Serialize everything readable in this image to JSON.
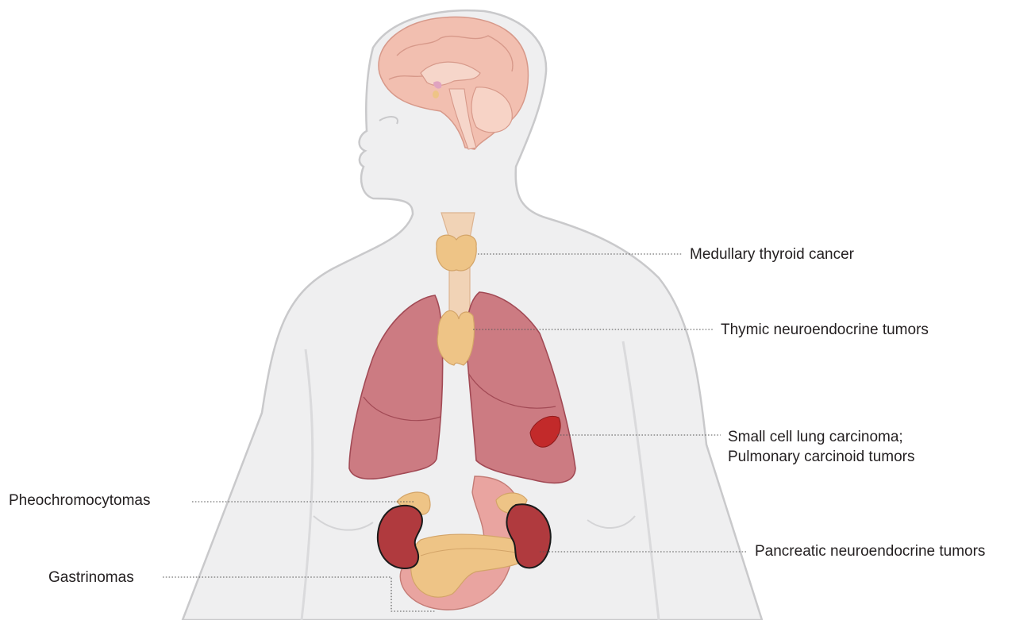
{
  "labels": {
    "medullary_thyroid": "Medullary thyroid cancer",
    "thymic": "Thymic neuroendocrine tumors",
    "lung_line1": "Small cell lung carcinoma;",
    "lung_line2": "Pulmonary carcinoid tumors",
    "pheo": "Pheochromocytomas",
    "pancreatic": "Pancreatic neuroendocrine tumors",
    "gastrinomas": "Gastrinomas"
  },
  "colors": {
    "body_fill": "#efeff0",
    "body_outline": "#c9c9cb",
    "brain": "#f2bfb0",
    "lung": "#cc7b82",
    "lung_dark": "#a24a55",
    "gland": "#eec486",
    "trachea": "#f1d3b6",
    "kidney": "#b03a3e",
    "tumor": "#c22a2a",
    "stomach": "#e9a4a0"
  }
}
